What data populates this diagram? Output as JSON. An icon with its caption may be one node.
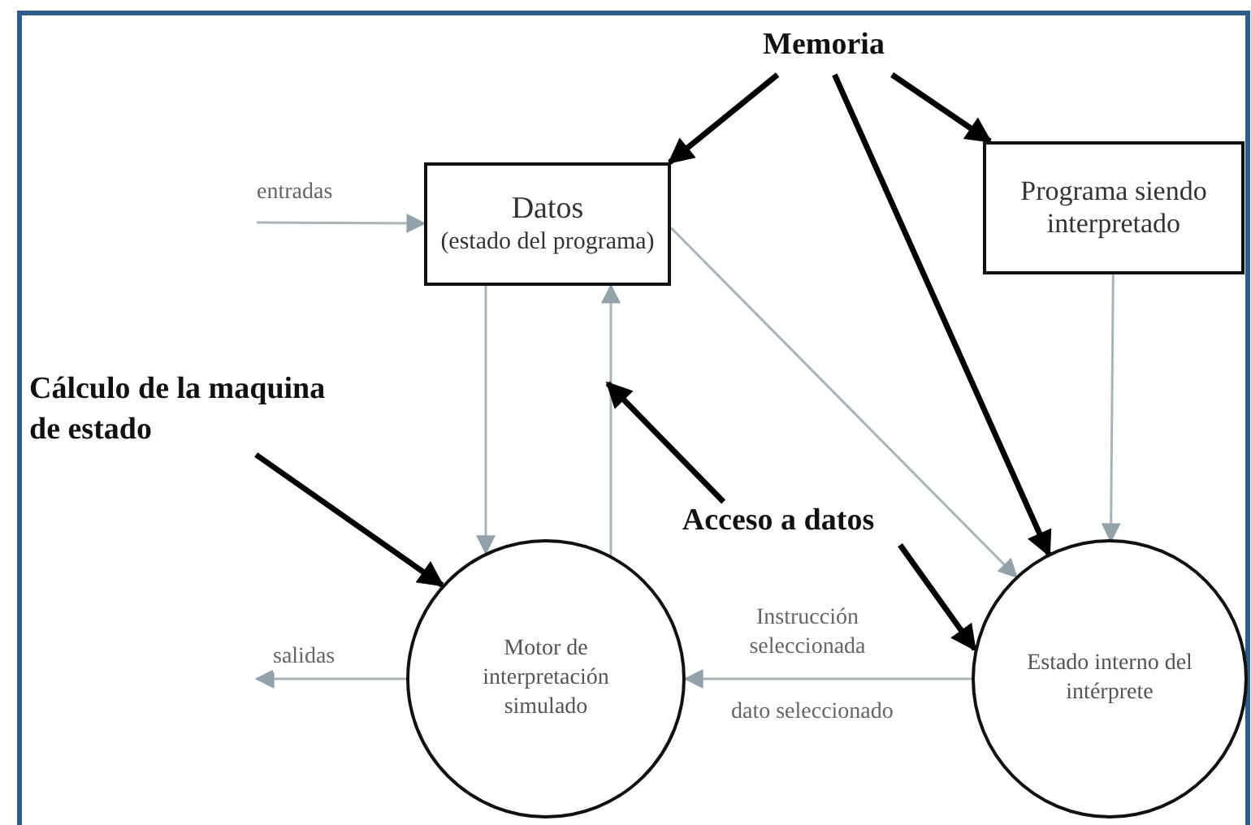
{
  "diagram": {
    "nodes": [
      {
        "text": [
          "Datos",
          "(estado del programa)"
        ]
      },
      {
        "text": [
          "Programa siendo interpretado"
        ]
      },
      {
        "text": [
          "Motor de interpretación simulado"
        ]
      },
      {
        "text": [
          "Estado interno del intérprete"
        ]
      },
      {
        "text": [
          "Memoria"
        ]
      },
      {
        "text": [
          "Cálculo de la maquina de estado"
        ]
      },
      {
        "text": [
          "Acceso a datos"
        ]
      }
    ],
    "edges": [
      {
        "from": null,
        "to": 0,
        "arrow": "to",
        "label": "entradas"
      },
      {
        "from": 0,
        "to": 2,
        "arrow": "to"
      },
      {
        "from": 2,
        "to": 0,
        "arrow": "to"
      },
      {
        "from": 0,
        "to": 3,
        "arrow": "to"
      },
      {
        "from": 1,
        "to": 3,
        "arrow": "to"
      },
      {
        "from": 3,
        "to": 2,
        "arrow": "to",
        "label": "Instrucción seleccionada"
      },
      {
        "from": 2,
        "to": null,
        "arrow": "to",
        "label": "salidas"
      },
      {
        "from": 4,
        "to": 0,
        "arrow": "to",
        "style": "thick",
        "color": "#000000"
      },
      {
        "from": 4,
        "to": 1,
        "arrow": "to",
        "style": "thick",
        "color": "#000000"
      },
      {
        "from": 4,
        "to": 3,
        "arrow": "to",
        "style": "thick",
        "color": "#000000"
      },
      {
        "from": 5,
        "to": 2,
        "arrow": "to",
        "style": "thick",
        "color": "#000000"
      },
      {
        "from": 6,
        "to": null,
        "arrow": "to",
        "style": "thick",
        "color": "#000000"
      },
      {
        "from": 6,
        "to": 3,
        "arrow": "to",
        "style": "thick",
        "color": "#000000"
      }
    ],
    "labels": [
      "dato seleccionado"
    ]
  }
}
